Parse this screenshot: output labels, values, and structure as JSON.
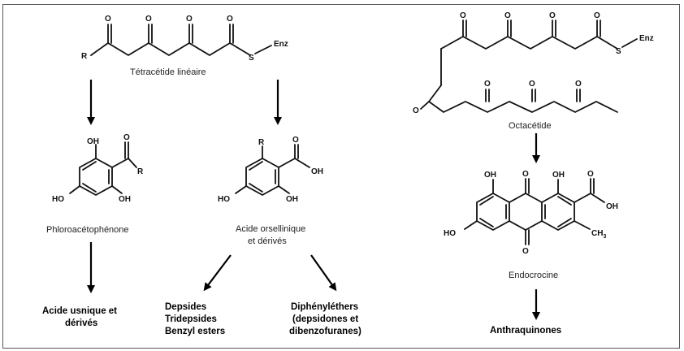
{
  "labels": {
    "tetraketide": "Tétracétide linéaire",
    "octaketide": "Octacétide",
    "phloro": "Phloroacétophénone",
    "orsel_line1": "Acide orsellinique",
    "orsel_line2": "et dérivés",
    "endocrocine": "Endocrocine"
  },
  "atoms": {
    "R": "R",
    "O": "O",
    "S": "S",
    "Enz": "Enz",
    "OH": "OH",
    "HO": "HO",
    "CH": "CH",
    "sub3": "3"
  },
  "products": {
    "usnic_1": "Acide usnique et",
    "usnic_2": "dérivés",
    "depsides_1": "Depsides",
    "depsides_2": "Tridepsides",
    "depsides_3": "Benzyl esters",
    "diph_1": "Diphényléthers",
    "diph_2": "(depsidones et",
    "diph_3": "dibenzofuranes)",
    "anthra": "Anthraquinones"
  }
}
